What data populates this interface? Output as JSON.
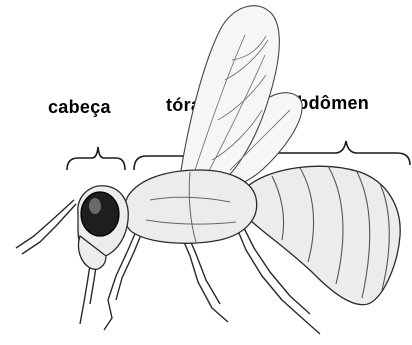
{
  "labels": {
    "head": "cabeça",
    "thorax": "tórax",
    "abdomen": "abdômen"
  },
  "colors": {
    "line": "#1a1a1a",
    "body_fill": "#ececec",
    "wing_fill": "#f6f6f6",
    "eye": "#1e1e1e"
  }
}
